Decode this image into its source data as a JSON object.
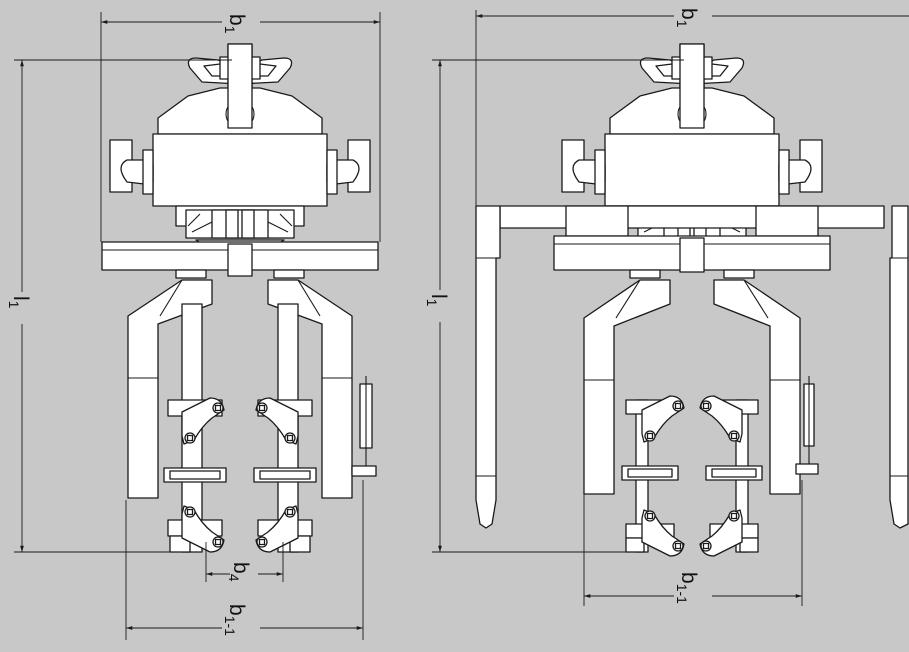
{
  "colors": {
    "background": "#c8c8c8",
    "line": "#1a1a1a",
    "fill": "#ffffff"
  },
  "left_view": {
    "width_label": "b",
    "width_sub": "1",
    "length_label": "l",
    "length_sub": "1",
    "jaw_gap_label": "b",
    "jaw_gap_sub": "4",
    "outer_width_label": "b",
    "outer_width_sub": "1-1"
  },
  "right_view": {
    "width_label": "b",
    "width_sub": "1",
    "length_label": "l",
    "length_sub": "1",
    "inner_width_label": "b",
    "inner_width_sub": "1-1"
  }
}
